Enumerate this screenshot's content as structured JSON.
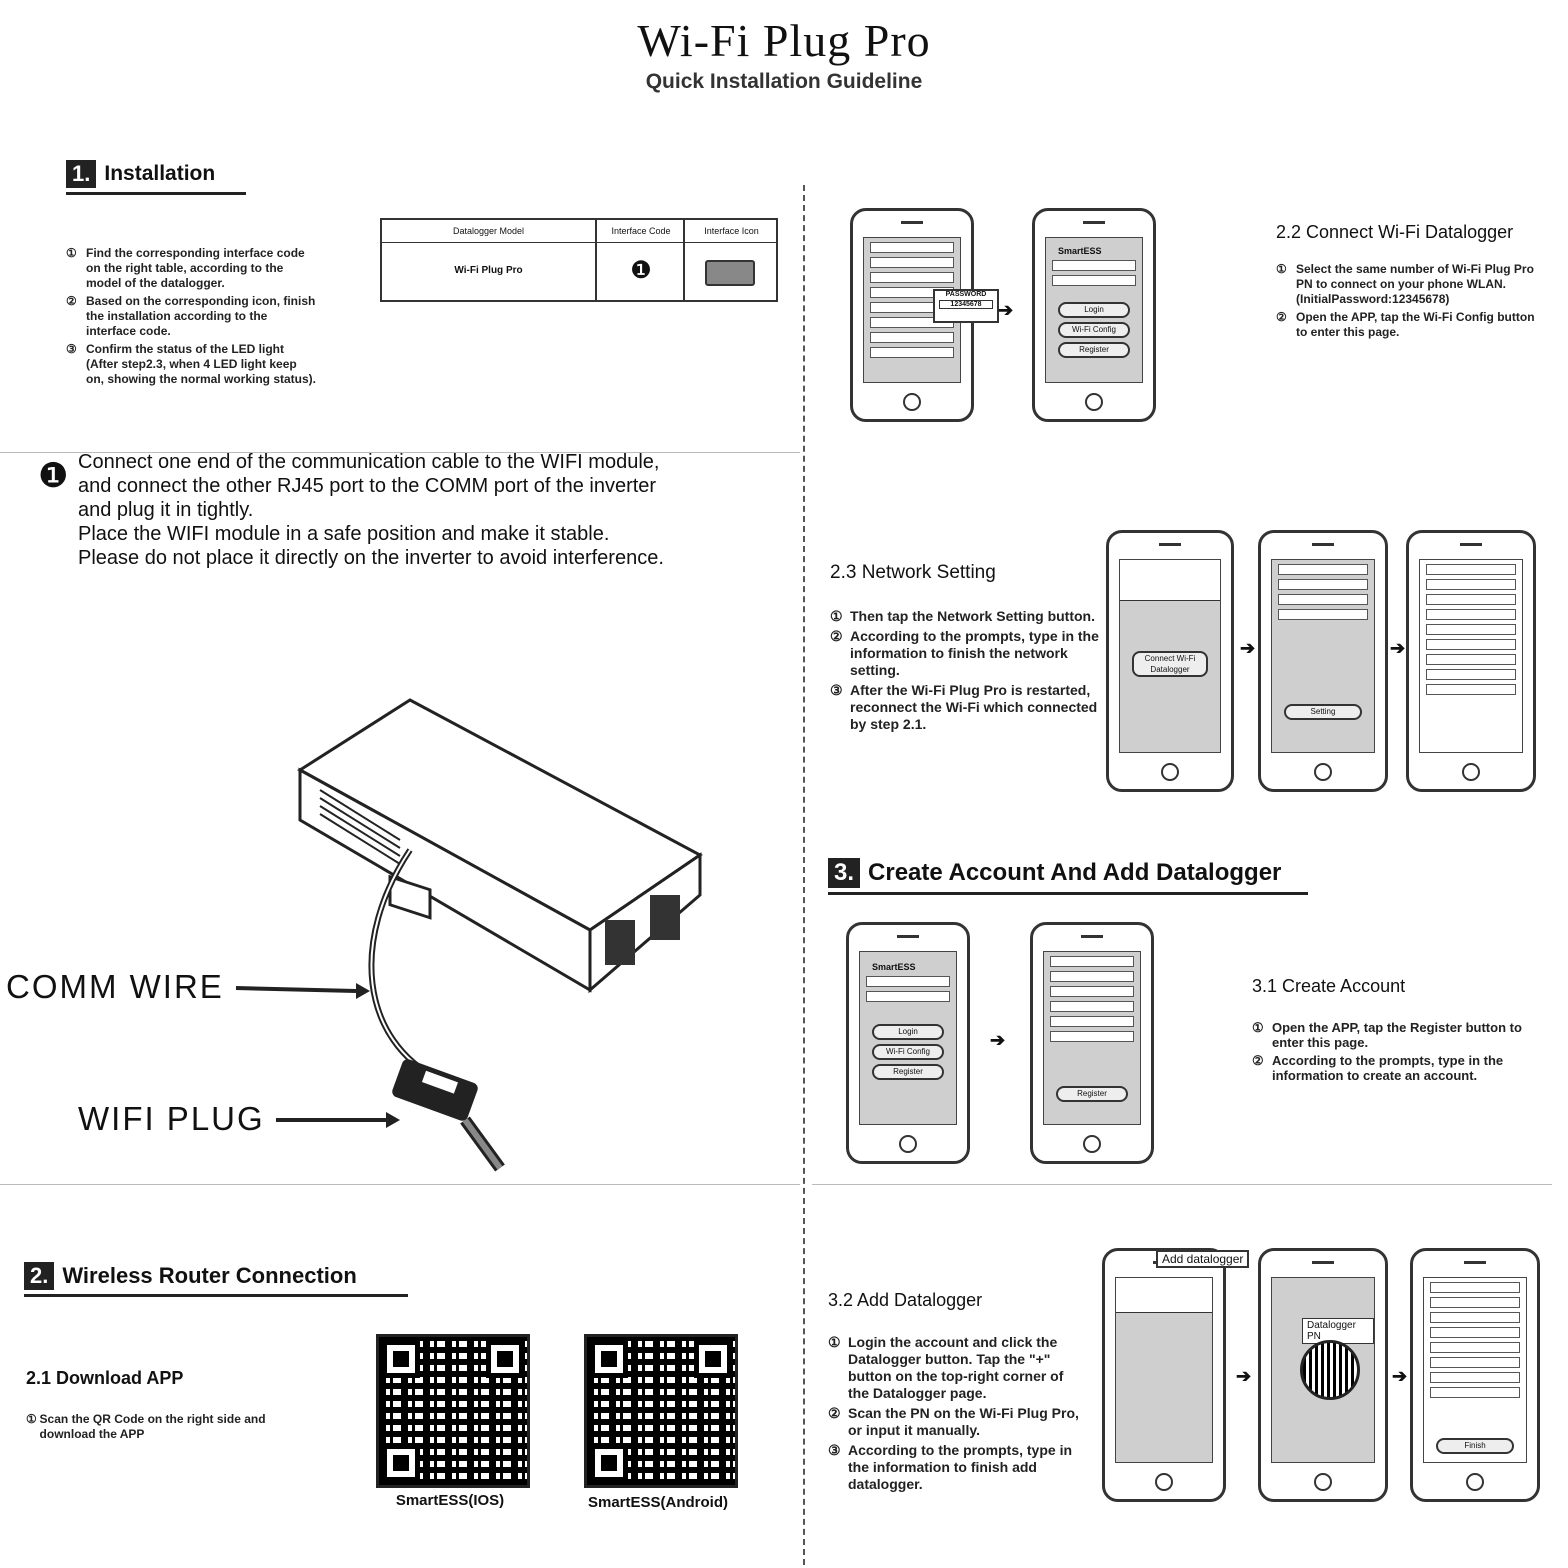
{
  "header": {
    "title": "Wi-Fi Plug Pro",
    "subtitle": "Quick Installation Guideline"
  },
  "sec1": {
    "num": "1.",
    "title": "Installation",
    "steps": [
      "Find the corresponding interface code on the right table, according to the model of the datalogger.",
      "Based on the corresponding icon, finish the installation according to the interface code.",
      "Confirm the status of the LED light (After step2.3, when 4 LED light keep on, showing the normal working status)."
    ],
    "table": {
      "h1": "Datalogger Model",
      "h2": "Interface Code",
      "h3": "Interface Icon",
      "model": "Wi-Fi Plug Pro",
      "code": "❶"
    },
    "main_num": "❶",
    "main_text": [
      "Connect one end of the communication cable to the WIFI module,",
      "and connect the other RJ45 port to the COMM port of the inverter",
      "and plug it in tightly.",
      "Place the WIFI module in a safe position and make it stable.",
      "Please do not place it directly on the inverter to avoid interference."
    ],
    "comm_label": "COMM WIRE",
    "wifi_label": "WIFI PLUG"
  },
  "sec2": {
    "num": "2.",
    "title": "Wireless Router Connection",
    "s21_title": "2.1 Download APP",
    "s21_text": "Scan the QR Code on the right side and download the APP",
    "qr_ios": "SmartESS(IOS)",
    "qr_android": "SmartESS(Android)",
    "s22_title": "2.2 Connect Wi-Fi Datalogger",
    "s22_steps": [
      "Select the same number of Wi-Fi Plug Pro PN to connect on your phone WLAN. (InitialPassword:12345678)",
      "Open the APP, tap the Wi-Fi Config button to enter this page."
    ],
    "s23_title": "2.3 Network Setting",
    "s23_steps": [
      "Then tap the Network Setting button.",
      "According to the prompts, type in the information to finish the network setting.",
      "After the Wi-Fi Plug Pro is restarted, reconnect the Wi-Fi which connected by step 2.1."
    ]
  },
  "sec3": {
    "num": "3.",
    "title": "Create Account And Add Datalogger",
    "s31_title": "3.1 Create Account",
    "s31_steps": [
      "Open the APP, tap the Register button to enter this page.",
      "According to the prompts, type in the information to create an account."
    ],
    "s32_title": "3.2 Add Datalogger",
    "s32_steps": [
      "Login the account and click the Datalogger button. Tap the \"+\" button on the top-right corner of the Datalogger page.",
      "Scan the PN on the Wi-Fi Plug Pro, or input it manually.",
      "According to the prompts, type in the information to finish add datalogger."
    ]
  },
  "phones": {
    "login": "Login",
    "wifi_config": "Wi-Fi Config",
    "register": "Register",
    "brand": "SmartESS",
    "connect": "Connect Wi-Fi Datalogger",
    "setting": "Setting",
    "add_datalogger": "Add datalogger",
    "datalogger_pn": "Datalogger PN",
    "finish": "Finish",
    "password": "PASSWORD",
    "pw_value": "12345678"
  },
  "nums": [
    "①",
    "②",
    "③"
  ]
}
